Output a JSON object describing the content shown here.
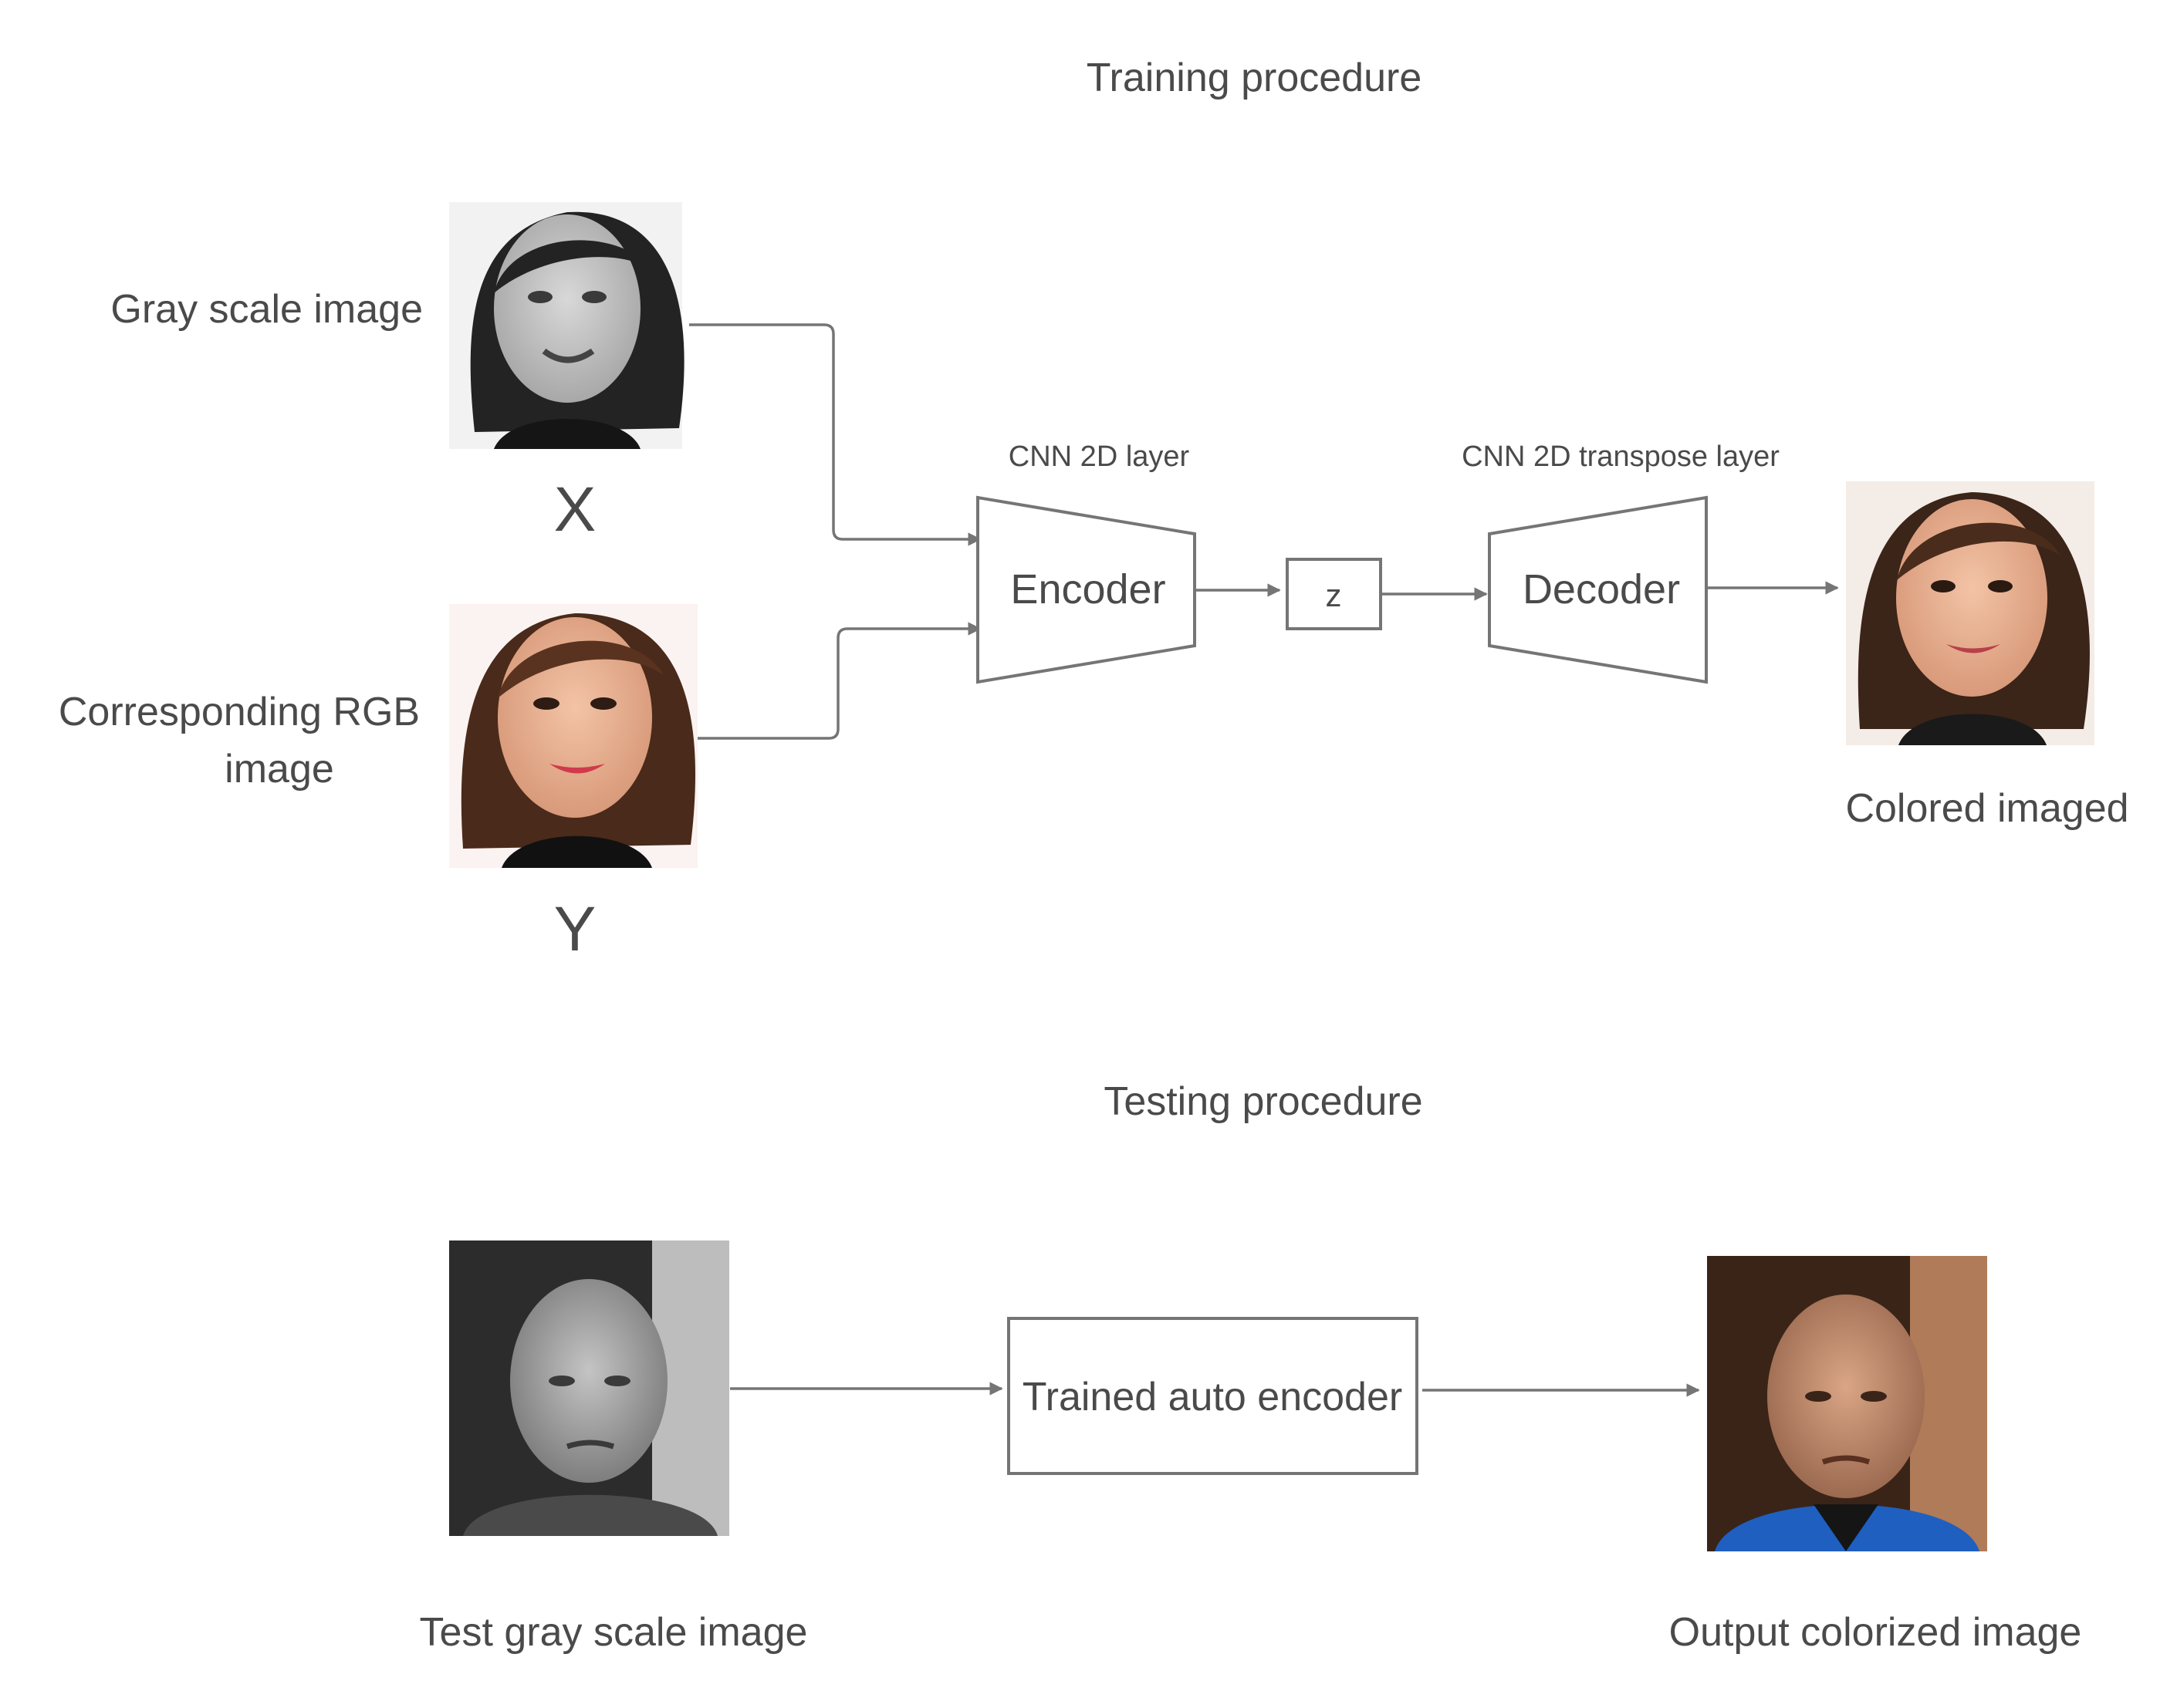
{
  "training": {
    "title": "Training procedure",
    "gray_label": "Gray scale image",
    "x_label": "X",
    "rgb_label_line1": "Corresponding RGB",
    "rgb_label_line2": "image",
    "y_label": "Y",
    "encoder_caption": "CNN 2D layer",
    "encoder_label": "Encoder",
    "latent_label": "z",
    "decoder_caption": "CNN 2D transpose layer",
    "decoder_label": "Decoder",
    "output_label": "Colored imaged"
  },
  "testing": {
    "title": "Testing procedure",
    "model_label": "Trained auto encoder",
    "input_label": "Test gray scale image",
    "output_label": "Output colorized image"
  },
  "colors": {
    "stroke": "#757575",
    "text": "#4a4a4a",
    "background": "#ffffff"
  }
}
